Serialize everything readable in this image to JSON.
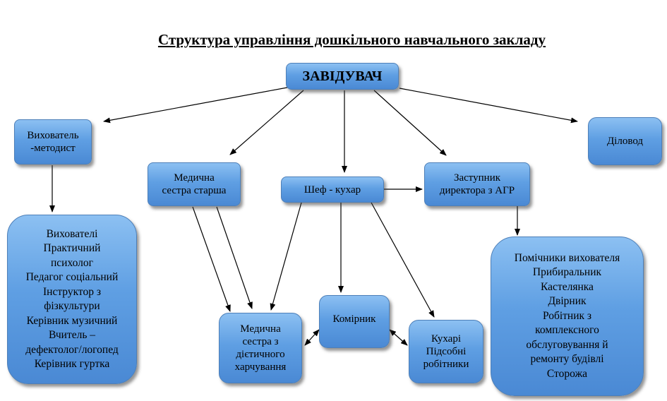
{
  "title": "Структура управління дошкільного навчального закладу",
  "nodes": {
    "head": "ЗАВІДУВАЧ",
    "methodist": [
      "Вихователь",
      "-методист"
    ],
    "clerk": "Діловод",
    "senior_nurse": [
      "Медична",
      "сестра старша"
    ],
    "chef": "Шеф - кухар",
    "deputy": [
      "Заступник",
      "директора з АГР"
    ],
    "staff_list": [
      "Вихователі",
      "Практичний",
      "психолог",
      "Педагог соціальний",
      "Інструктор з",
      "фізкультури",
      "Керівник музичний",
      "Вчитель –",
      "дефектолог/логопед",
      "Керівник гуртка"
    ],
    "diet_nurse": [
      "Медична",
      "сестра з",
      "дієтичного",
      "харчування"
    ],
    "storekeeper": "Комірник",
    "cooks": [
      "Кухарі",
      "Підсобні",
      "робітники"
    ],
    "support_list": [
      "Помічники вихователя",
      "Прибиральник",
      "Кастелянка",
      "Двірник",
      "Робітник з",
      "комплексного",
      "обслуговування  й",
      "ремонту будівлі",
      "Сторожа"
    ]
  },
  "colors": {
    "box_top": "#8cc0f2",
    "box_bottom": "#4a89d4",
    "arrow": "#000000"
  }
}
